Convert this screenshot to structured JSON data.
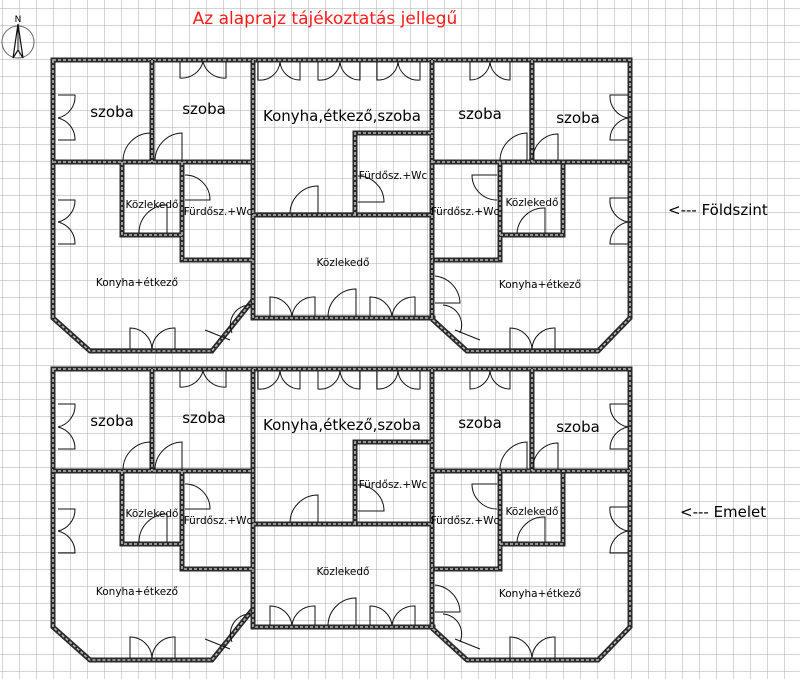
{
  "title": "Az alaprajz tájékoztatás jellegű",
  "compass": {
    "label": "N",
    "icon": "north-arrow-icon"
  },
  "colors": {
    "title": "#ff1a1a",
    "grid": "#a8a8a8",
    "wall": "#2a2a2a"
  },
  "floors": [
    {
      "name": "<--- Földszint",
      "rooms": {
        "szoba1": "szoba",
        "szoba2": "szoba",
        "center_main": "Konyha,étkező,szoba",
        "szoba3": "szoba",
        "szoba4": "szoba",
        "kozl_left": "Közlekedő",
        "furdo_left": "Fürdősz.+Wc",
        "furdo_center": "Fürdősz.+Wc",
        "furdo_right": "Fürdősz.+Wc",
        "kozl_right": "Közlekedő",
        "kozl_center": "Közlekedő",
        "konyha_left": "Konyha+étkező",
        "konyha_right": "Konyha+étkező"
      }
    },
    {
      "name": "<--- Emelet",
      "rooms": {
        "szoba1": "szoba",
        "szoba2": "szoba",
        "center_main": "Konyha,étkező,szoba",
        "szoba3": "szoba",
        "szoba4": "szoba",
        "kozl_left": "Közlekedő",
        "furdo_left": "Fürdősz.+Wc",
        "furdo_center": "Fürdősz.+Wc",
        "furdo_right": "Fürdősz.+Wc",
        "kozl_right": "Közlekedő",
        "kozl_center": "Közlekedő",
        "konyha_left": "Konyha+étkező",
        "konyha_right": "Konyha+étkező"
      }
    }
  ]
}
